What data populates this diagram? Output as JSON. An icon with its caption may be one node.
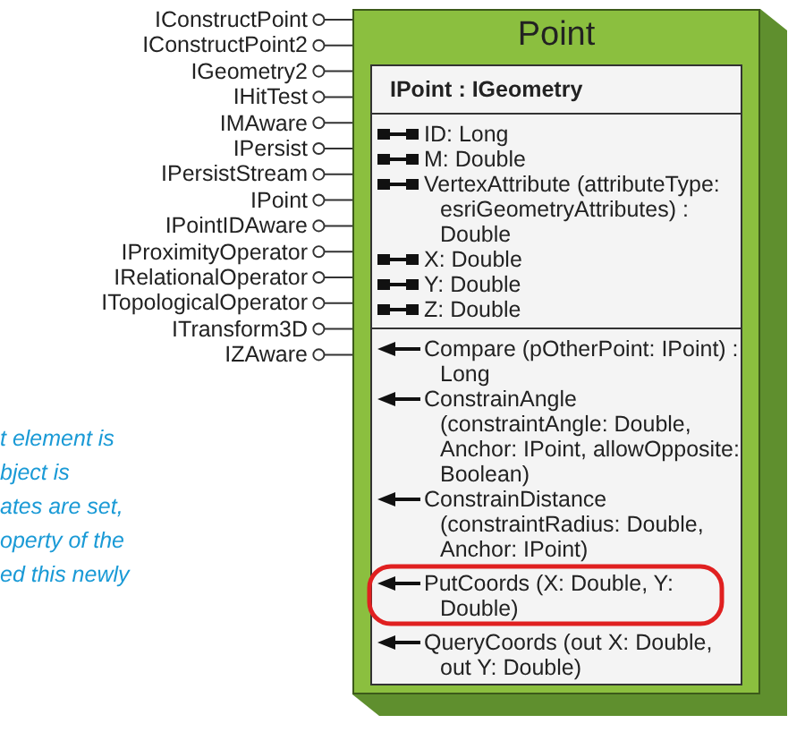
{
  "diagram": {
    "nodes": [
      {
        "text": [
          "IConstructPoint"
        ]
      },
      {
        "text": [
          "IConstructPoint2"
        ]
      },
      {
        "text": [
          "IGeometry2"
        ]
      },
      {
        "text": [
          "IHitTest"
        ]
      },
      {
        "text": [
          "IMAware"
        ]
      },
      {
        "text": [
          "IPersist"
        ]
      },
      {
        "text": [
          "IPersistStream"
        ]
      },
      {
        "text": [
          "IPoint"
        ]
      },
      {
        "text": [
          "IPointIDAware"
        ]
      },
      {
        "text": [
          "IProximityOperator"
        ]
      },
      {
        "text": [
          "IRelationalOperator"
        ]
      },
      {
        "text": [
          "ITopologicalOperator"
        ]
      },
      {
        "text": [
          "ITransform3D"
        ]
      },
      {
        "text": [
          "IZAware"
        ]
      },
      {
        "text": [
          "Point"
        ]
      },
      {
        "text": [
          "IPoint : IGeometry",
          "ID: Long",
          "M: Double",
          "VertexAttribute (attributeType: esriGeometryAttributes) : Double",
          "X: Double",
          "Y: Double",
          "Z: Double",
          "Compare (pOtherPoint: IPoint) : Long",
          "ConstrainAngle (constraintAngle: Double, Anchor: IPoint, allowOpposite: Boolean)",
          "ConstrainDistance (constraintRadius: Double, Anchor: IPoint)",
          "PutCoords (X: Double, Y: Double)",
          "QueryCoords (out X: Double, out Y: Double)"
        ],
        "in": 14
      }
    ],
    "edges": [
      {
        "from": 0,
        "to": 14,
        "arrow": "other"
      },
      {
        "from": 1,
        "to": 14,
        "arrow": "other"
      },
      {
        "from": 2,
        "to": 14,
        "arrow": "other"
      },
      {
        "from": 3,
        "to": 14,
        "arrow": "other"
      },
      {
        "from": 4,
        "to": 14,
        "arrow": "other"
      },
      {
        "from": 5,
        "to": 14,
        "arrow": "other"
      },
      {
        "from": 6,
        "to": 14,
        "arrow": "other"
      },
      {
        "from": 7,
        "to": 14,
        "arrow": "other"
      },
      {
        "from": 8,
        "to": 14,
        "arrow": "other"
      },
      {
        "from": 9,
        "to": 14,
        "arrow": "other"
      },
      {
        "from": 10,
        "to": 14,
        "arrow": "other"
      },
      {
        "from": 11,
        "to": 14,
        "arrow": "other"
      },
      {
        "from": 12,
        "to": 14,
        "arrow": "other"
      },
      {
        "from": 13,
        "to": 14,
        "arrow": "other"
      }
    ],
    "labels": [
      "t element is",
      "bject is",
      "ates are set,",
      "operty of the",
      "ed this newly"
    ]
  }
}
